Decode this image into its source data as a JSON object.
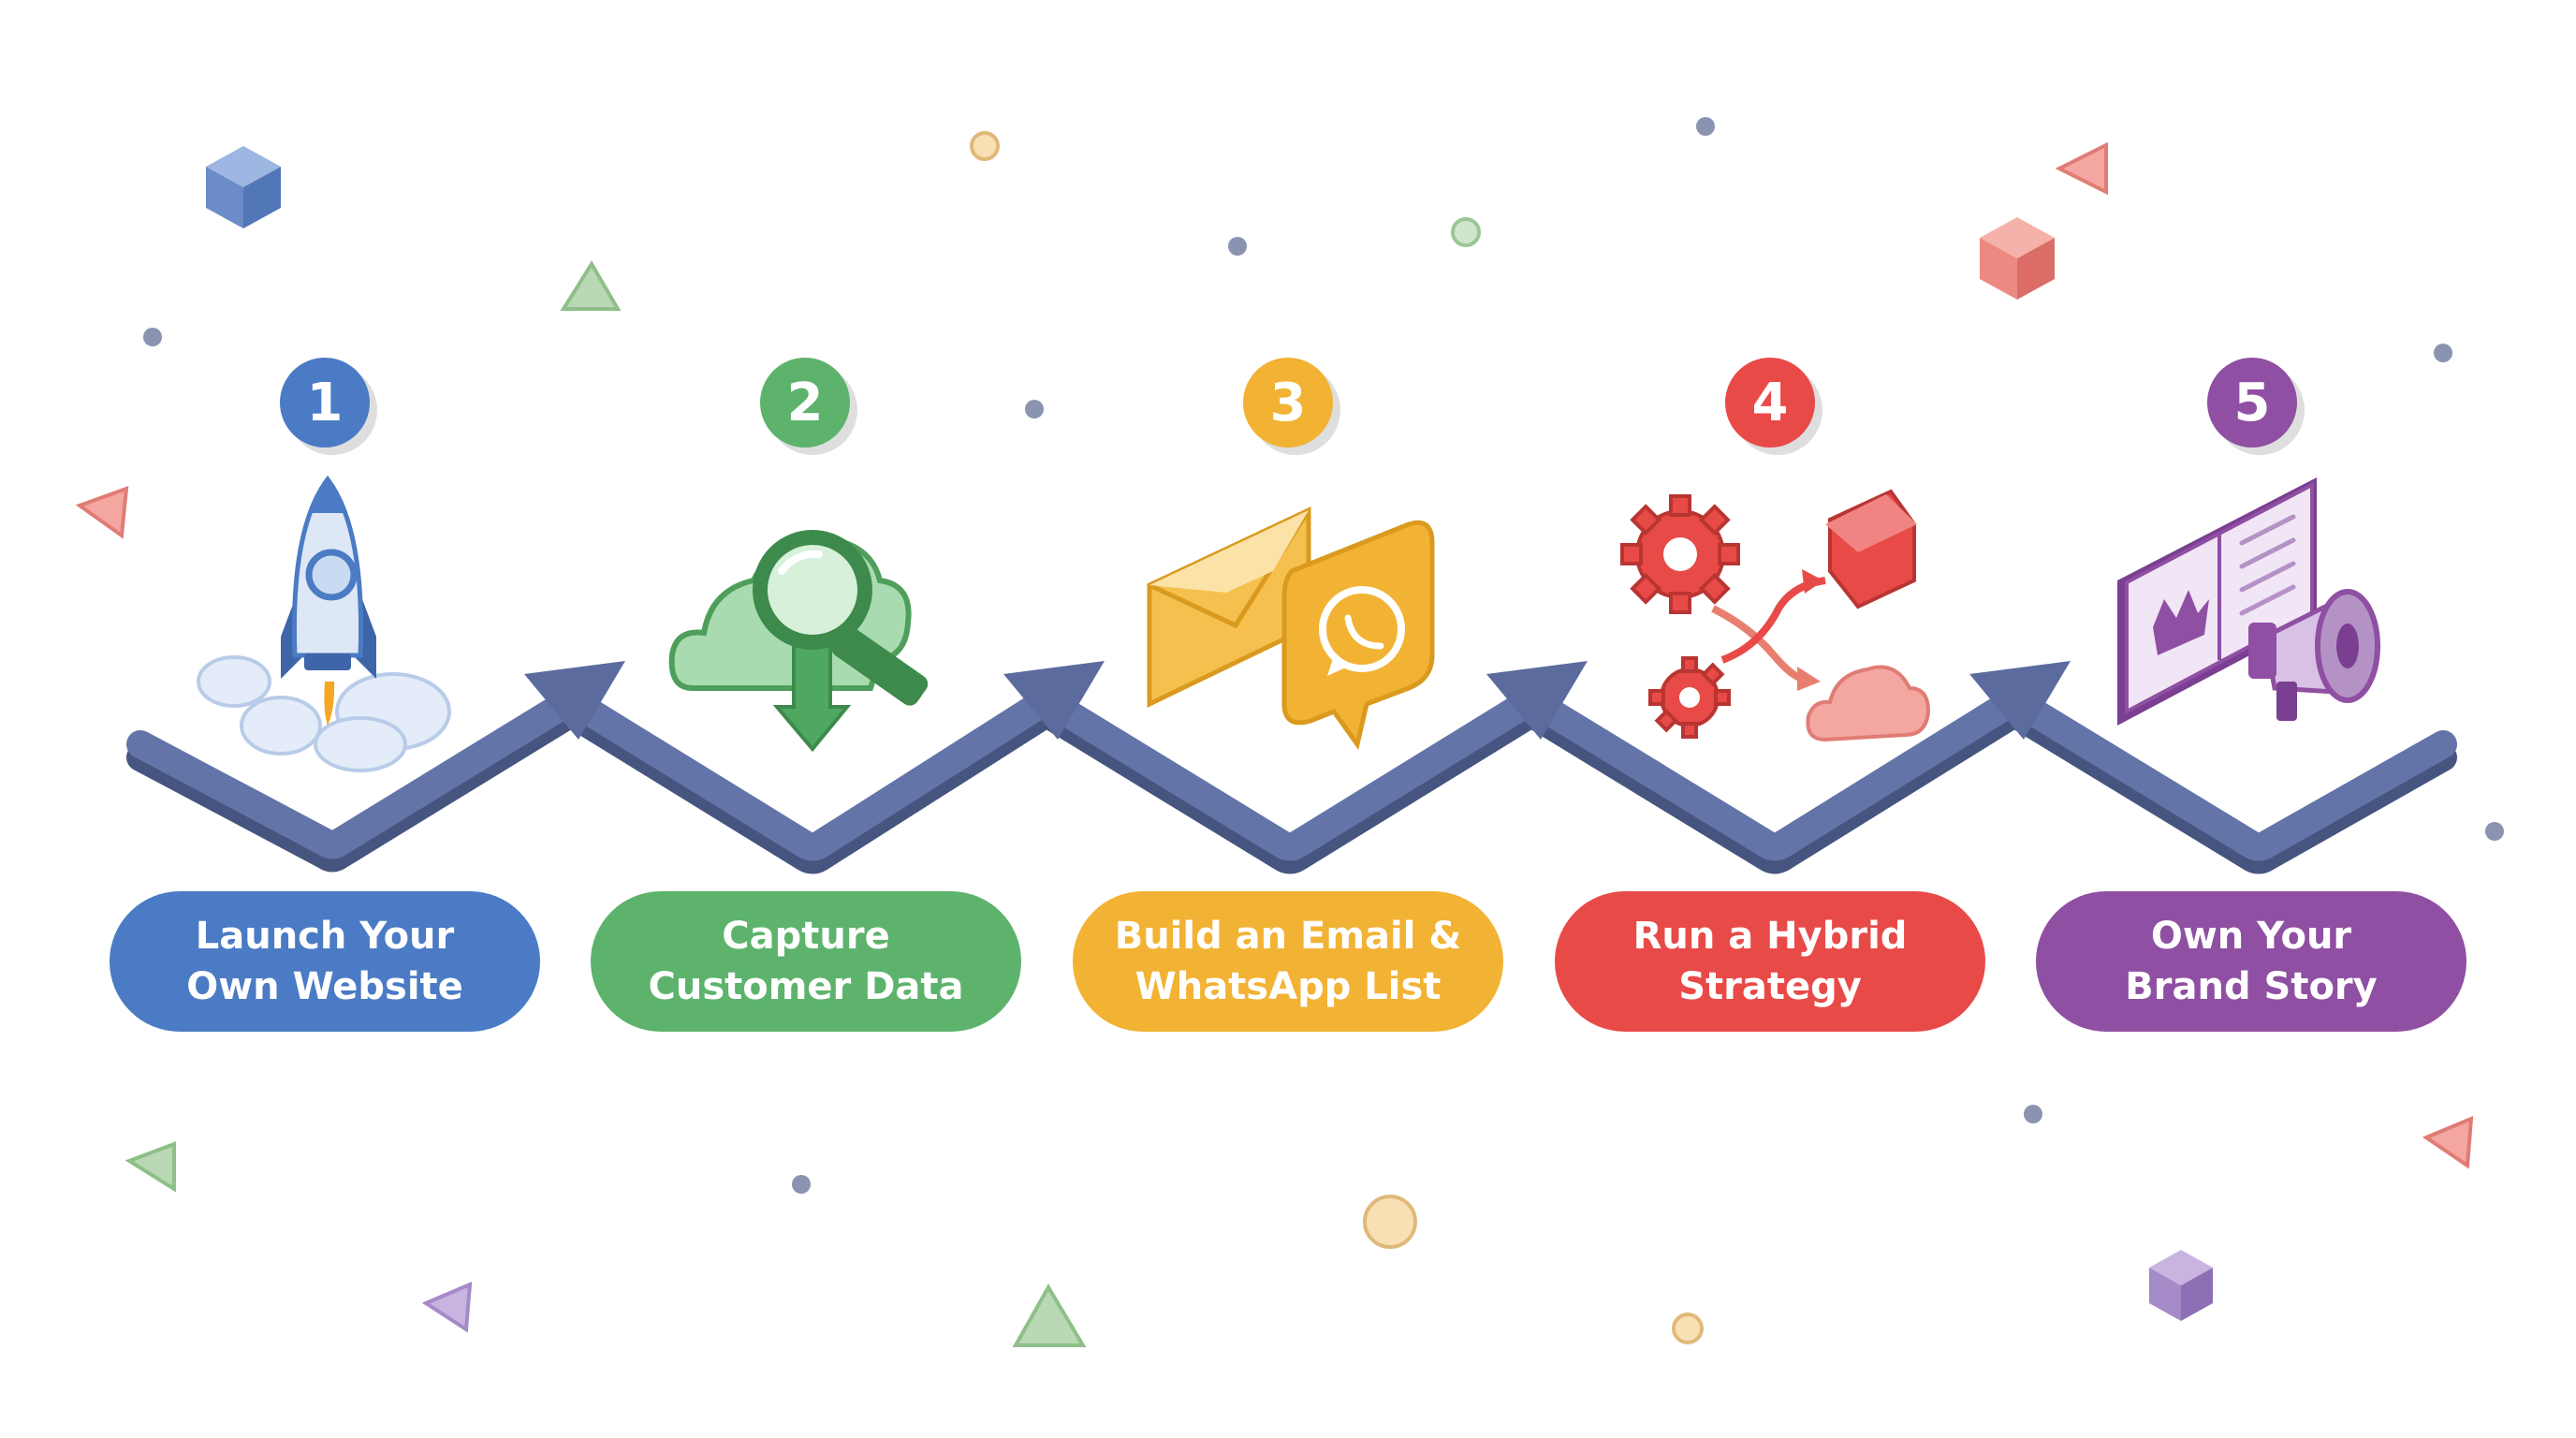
{
  "colors": {
    "arrow": "#5b6b9e",
    "arrow_dark": "#46557f",
    "step1": "#4a7bc4",
    "step2": "#5db36c",
    "step3": "#f2b233",
    "step4": "#e84a48",
    "step5": "#8f4fa2"
  },
  "steps": [
    {
      "number": "1",
      "label": "Launch Your\nOwn Website",
      "icon": "rocket-icon"
    },
    {
      "number": "2",
      "label": "Capture\nCustomer Data",
      "icon": "cloud-magnifier-icon"
    },
    {
      "number": "3",
      "label": "Build an Email &\nWhatsApp List",
      "icon": "email-whatsapp-icon"
    },
    {
      "number": "4",
      "label": "Run a Hybrid\nStrategy",
      "icon": "gears-store-cloud-icon"
    },
    {
      "number": "5",
      "label": "Own Your\nBrand Story",
      "icon": "book-megaphone-icon"
    }
  ]
}
